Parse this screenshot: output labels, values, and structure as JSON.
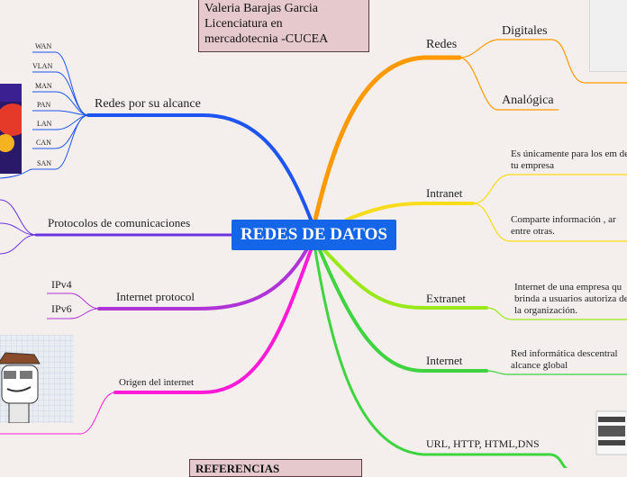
{
  "central": "REDES DE DATOS",
  "author": {
    "line1": "Valeria Barajas Garcia",
    "line2": "Licenciatura en",
    "line3": "mercadotecnia -CUCEA"
  },
  "references": "REFERENCIAS",
  "right": {
    "redes": {
      "label": "Redes",
      "children": [
        "Digitales",
        "Analógica"
      ]
    },
    "intranet": {
      "label": "Intranet",
      "children": [
        "Es únicamente para los em de tu empresa",
        "Comparte información , ar entre otras."
      ]
    },
    "extranet": {
      "label": "Extranet",
      "children": [
        "Internet de una empresa qu brinda a usuarios autoriza de la organización."
      ]
    },
    "internet": {
      "label": "Internet",
      "children": [
        "Red informática descentral alcance global"
      ]
    },
    "url": {
      "label": "URL, HTTP, HTML,DNS"
    }
  },
  "left": {
    "alcance": {
      "label": "Redes por su alcance",
      "children": [
        "WAN",
        "VLAN",
        "MAN",
        "PAN",
        "LAN",
        "CAN",
        "SAN"
      ]
    },
    "protocolos": {
      "label": "Protocolos de comunicaciones"
    },
    "ip": {
      "label": "Internet protocol",
      "children": [
        "IPv4",
        "IPv6"
      ]
    },
    "origen": {
      "label": "Origen del internet"
    }
  },
  "colors": {
    "central_bg": "#1565e8",
    "redes": "#ff9900",
    "intranet": "#f6dc1a",
    "extranet": "#9be81a",
    "internet": "#3fd43f",
    "alcance": "#1e54f0",
    "protocolos": "#6a33e0",
    "ip": "#b033d8",
    "origen": "#ff1ad8"
  }
}
